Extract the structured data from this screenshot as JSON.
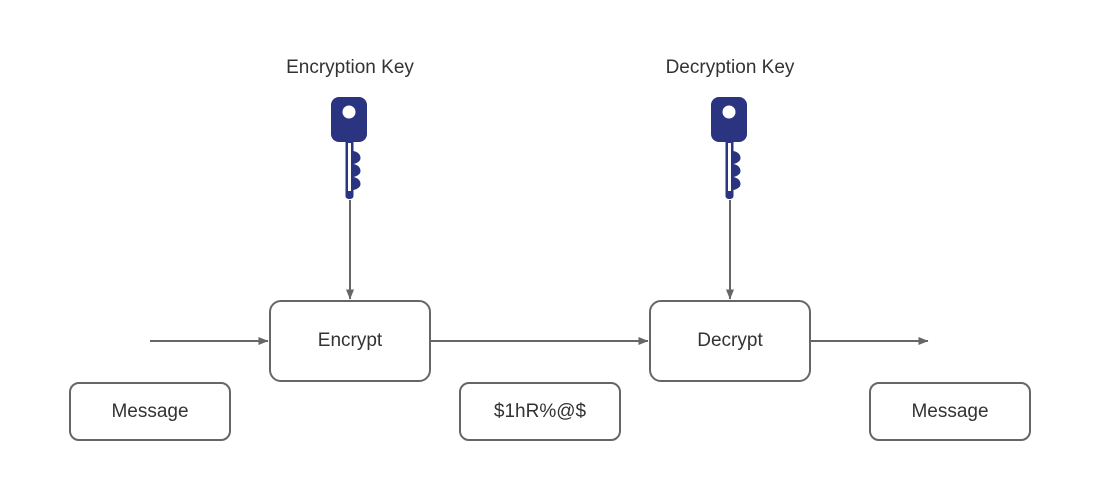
{
  "diagram": {
    "title": "Symmetric encryption flow",
    "background_color": "#ffffff",
    "stroke_color": "#666666",
    "text_color": "#333333",
    "key_color": "#2b3480",
    "labels": {
      "encryption_key": "Encryption Key",
      "decryption_key": "Decryption Key"
    },
    "nodes": {
      "encrypt": "Encrypt",
      "decrypt": "Decrypt",
      "message_in": "Message",
      "message_out": "Message",
      "ciphertext": "$1hR%@$"
    },
    "icons": {
      "encryption_key_icon": "key-icon",
      "decryption_key_icon": "key-icon",
      "flow_arrow": "arrow-right-icon",
      "key_arrow": "arrow-down-icon"
    }
  }
}
